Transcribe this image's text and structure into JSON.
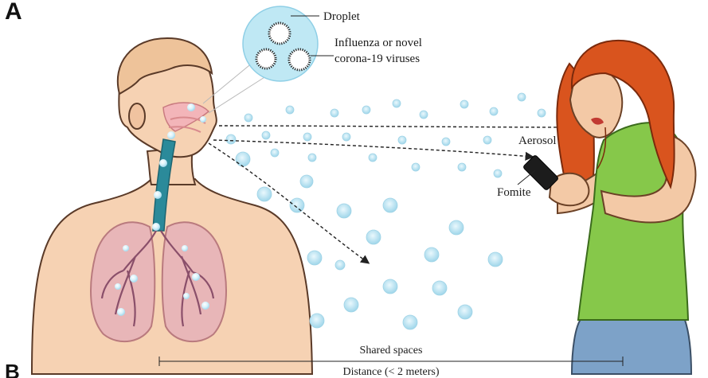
{
  "panel_letters": {
    "top": "A",
    "bottom": "B"
  },
  "labels": {
    "droplet": "Droplet",
    "virus_line1": "Influenza or novel",
    "virus_line2": "corona-19 viruses",
    "aerosol": "Aerosol",
    "fomite": "Fomite",
    "shared_spaces": "Shared spaces",
    "distance": "Distance (< 2 meters)"
  },
  "colors": {
    "droplet": "#cfeef8",
    "droplet_edge": "#8fcfe6",
    "skin_man": "#f6d2b3",
    "lungs": "#e8b6b8",
    "trachea": "#2b8a9a",
    "hair_woman": "#d9541e",
    "shirt_woman": "#86c84a",
    "jeans": "#7da2c8"
  }
}
